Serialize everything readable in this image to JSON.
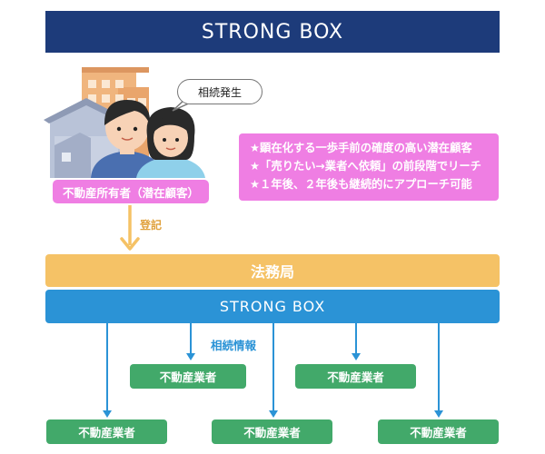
{
  "header": {
    "title": "STRONG BOX"
  },
  "bubble": {
    "text": "相続発生"
  },
  "owner": {
    "label": "不動産所有者（潜在顧客）"
  },
  "features": [
    "★顕在化する一歩手前の確度の高い潜在顧客",
    "★「売りたい→業者へ依頼」の前段階でリーチ",
    "★１年後、２年後も継続的にアプローチ可能"
  ],
  "flow": {
    "registration_label": "登記",
    "bureau": "法務局",
    "strongbox": "STRONG BOX",
    "info_label": "相続情報"
  },
  "agents": {
    "upper": [
      "不動産業者",
      "不動産業者"
    ],
    "lower": [
      "不動産業者",
      "不動産業者",
      "不動産業者"
    ]
  },
  "colors": {
    "navy": "#1d3b7a",
    "pink": "#ef7ee3",
    "orange": "#f5c266",
    "blue": "#2b93d6",
    "green": "#42a96a"
  }
}
